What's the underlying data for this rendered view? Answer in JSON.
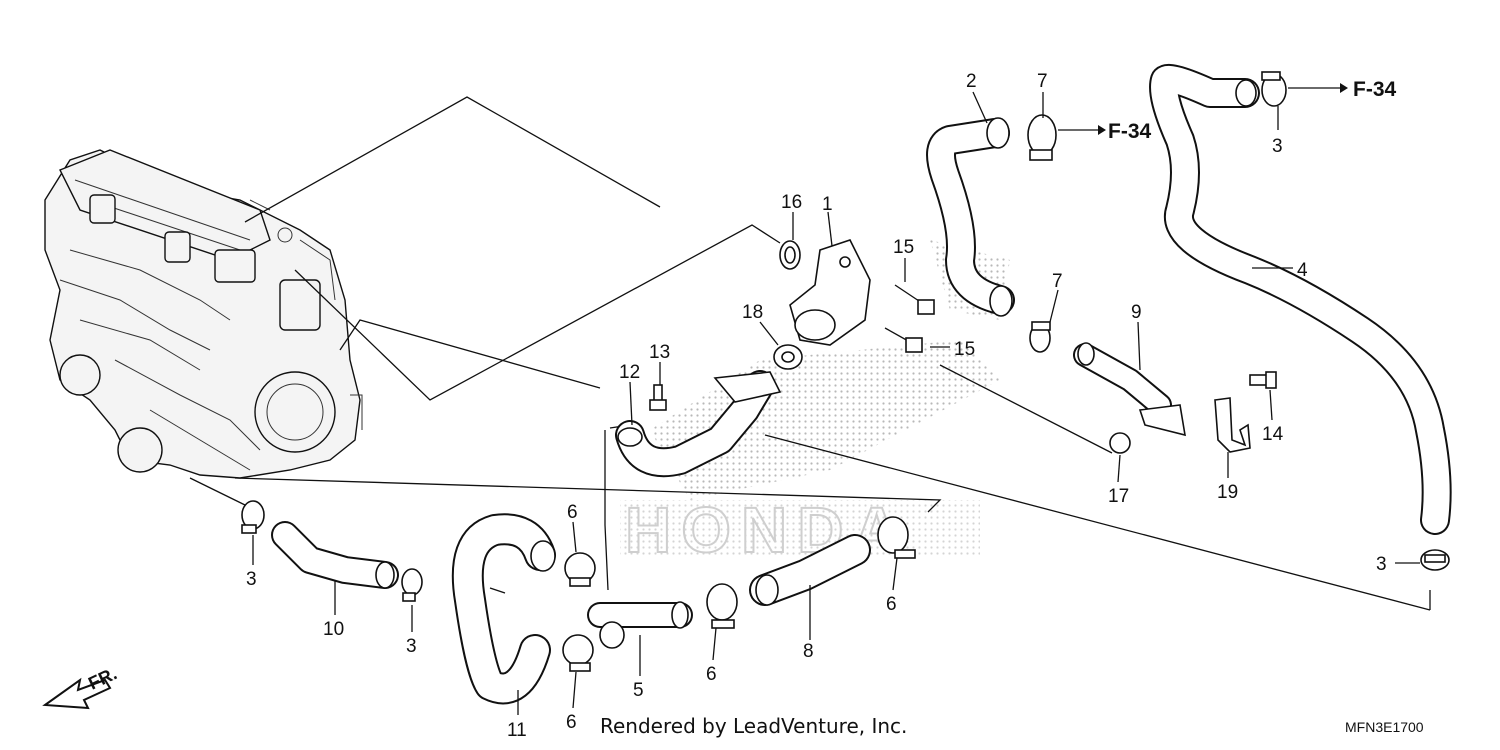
{
  "diagram": {
    "callouts": [
      {
        "id": "c1",
        "text": "1"
      },
      {
        "id": "c2",
        "text": "2"
      },
      {
        "id": "c3a",
        "text": "3"
      },
      {
        "id": "c3b",
        "text": "3"
      },
      {
        "id": "c3c",
        "text": "3"
      },
      {
        "id": "c3d",
        "text": "3"
      },
      {
        "id": "c4",
        "text": "4"
      },
      {
        "id": "c5",
        "text": "5"
      },
      {
        "id": "c6a",
        "text": "6"
      },
      {
        "id": "c6b",
        "text": "6"
      },
      {
        "id": "c6c",
        "text": "6"
      },
      {
        "id": "c6d",
        "text": "6"
      },
      {
        "id": "c7a",
        "text": "7"
      },
      {
        "id": "c7b",
        "text": "7"
      },
      {
        "id": "c8",
        "text": "8"
      },
      {
        "id": "c9",
        "text": "9"
      },
      {
        "id": "c10",
        "text": "10"
      },
      {
        "id": "c11",
        "text": "11"
      },
      {
        "id": "c12",
        "text": "12"
      },
      {
        "id": "c13",
        "text": "13"
      },
      {
        "id": "c14",
        "text": "14"
      },
      {
        "id": "c15a",
        "text": "15"
      },
      {
        "id": "c15b",
        "text": "15"
      },
      {
        "id": "c16",
        "text": "16"
      },
      {
        "id": "c17",
        "text": "17"
      },
      {
        "id": "c18",
        "text": "18"
      },
      {
        "id": "c19",
        "text": "19"
      }
    ],
    "references": [
      {
        "id": "r1",
        "text": "F-34"
      },
      {
        "id": "r2",
        "text": "F-34"
      }
    ],
    "direction_label": "FR.",
    "watermark": "HONDA",
    "credit": "Rendered by LeadVenture, Inc.",
    "diagram_code": "MFN3E1700"
  },
  "colors": {
    "line": "#111111",
    "shading": "#bbbbbb",
    "watermark": "#cfcfcf"
  }
}
